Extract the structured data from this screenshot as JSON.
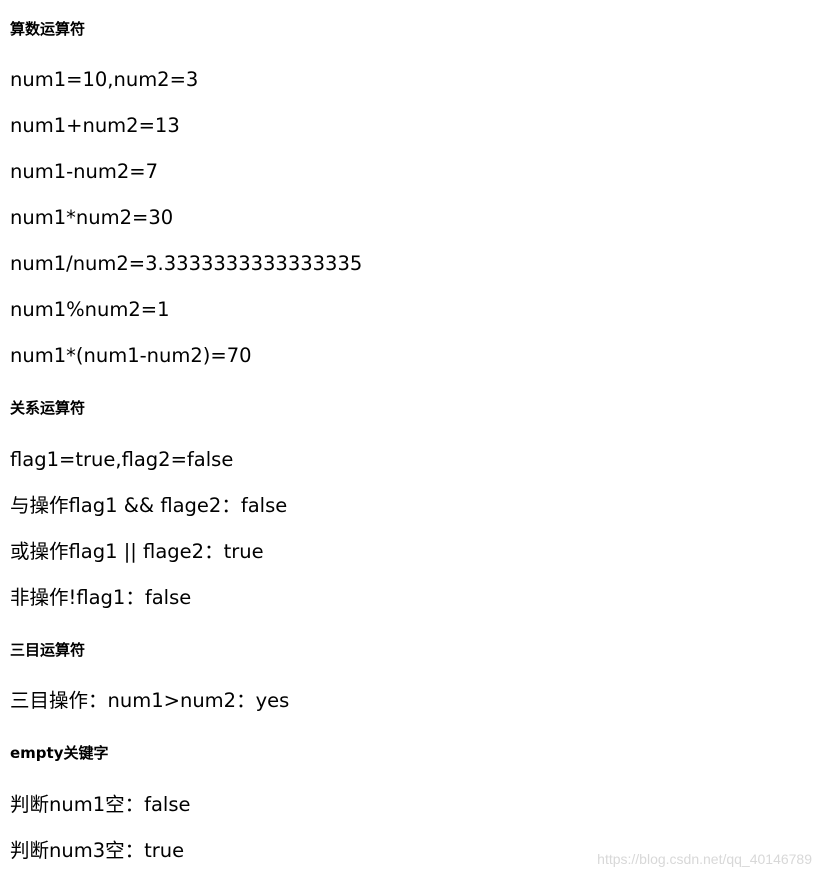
{
  "sections": {
    "arith": {
      "title": "算数运算符",
      "lines": [
        "num1=10,num2=3",
        "num1+num2=13",
        "num1-num2=7",
        "num1*num2=30",
        "num1/num2=3.3333333333333335",
        "num1%num2=1",
        "num1*(num1-num2)=70"
      ]
    },
    "relational": {
      "title": "关系运算符",
      "lines": [
        "flag1=true,flag2=false",
        "与操作flag1 && flage2：false",
        "或操作flag1 || flage2：true",
        "非操作!flag1：false"
      ]
    },
    "ternary": {
      "title": "三目运算符",
      "lines": [
        "三目操作：num1>num2：yes"
      ]
    },
    "empty": {
      "title": "empty关键字",
      "lines": [
        "判断num1空：false",
        "判断num3空：true"
      ]
    }
  },
  "watermark": "https://blog.csdn.net/qq_40146789"
}
